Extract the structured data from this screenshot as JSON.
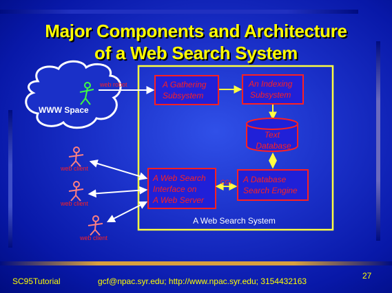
{
  "slide": {
    "title_line1": "Major Components and Architecture",
    "title_line2": "of a Web Search System",
    "footer_left": "SC95Tutorial",
    "footer_center": "gcf@npac.syr.edu; http://www.npac.syr.edu; 3154432163",
    "page_number": "27"
  },
  "diagram": {
    "cloud_label": "WWW Space",
    "robot_label": "web robot",
    "client_labels": [
      "web client",
      "web client",
      "web client"
    ],
    "system_label": "A Web Search System",
    "gathering": [
      "A Gathering",
      "Subsystem"
    ],
    "indexing": [
      "An Indexing",
      "Subsystem"
    ],
    "database": [
      "Text",
      "Database"
    ],
    "interface": [
      "A Web Search",
      "Interface on",
      "A Web Server"
    ],
    "engine": [
      "A Database",
      "Search Engine"
    ],
    "cgi_label": "CGI"
  },
  "colors": {
    "title": "#ffff00",
    "box_text": "#ff2020",
    "box_fill": "#2020d8",
    "frame": "#ffff40",
    "figure": "#ff8080",
    "robot": "#40ff40"
  }
}
